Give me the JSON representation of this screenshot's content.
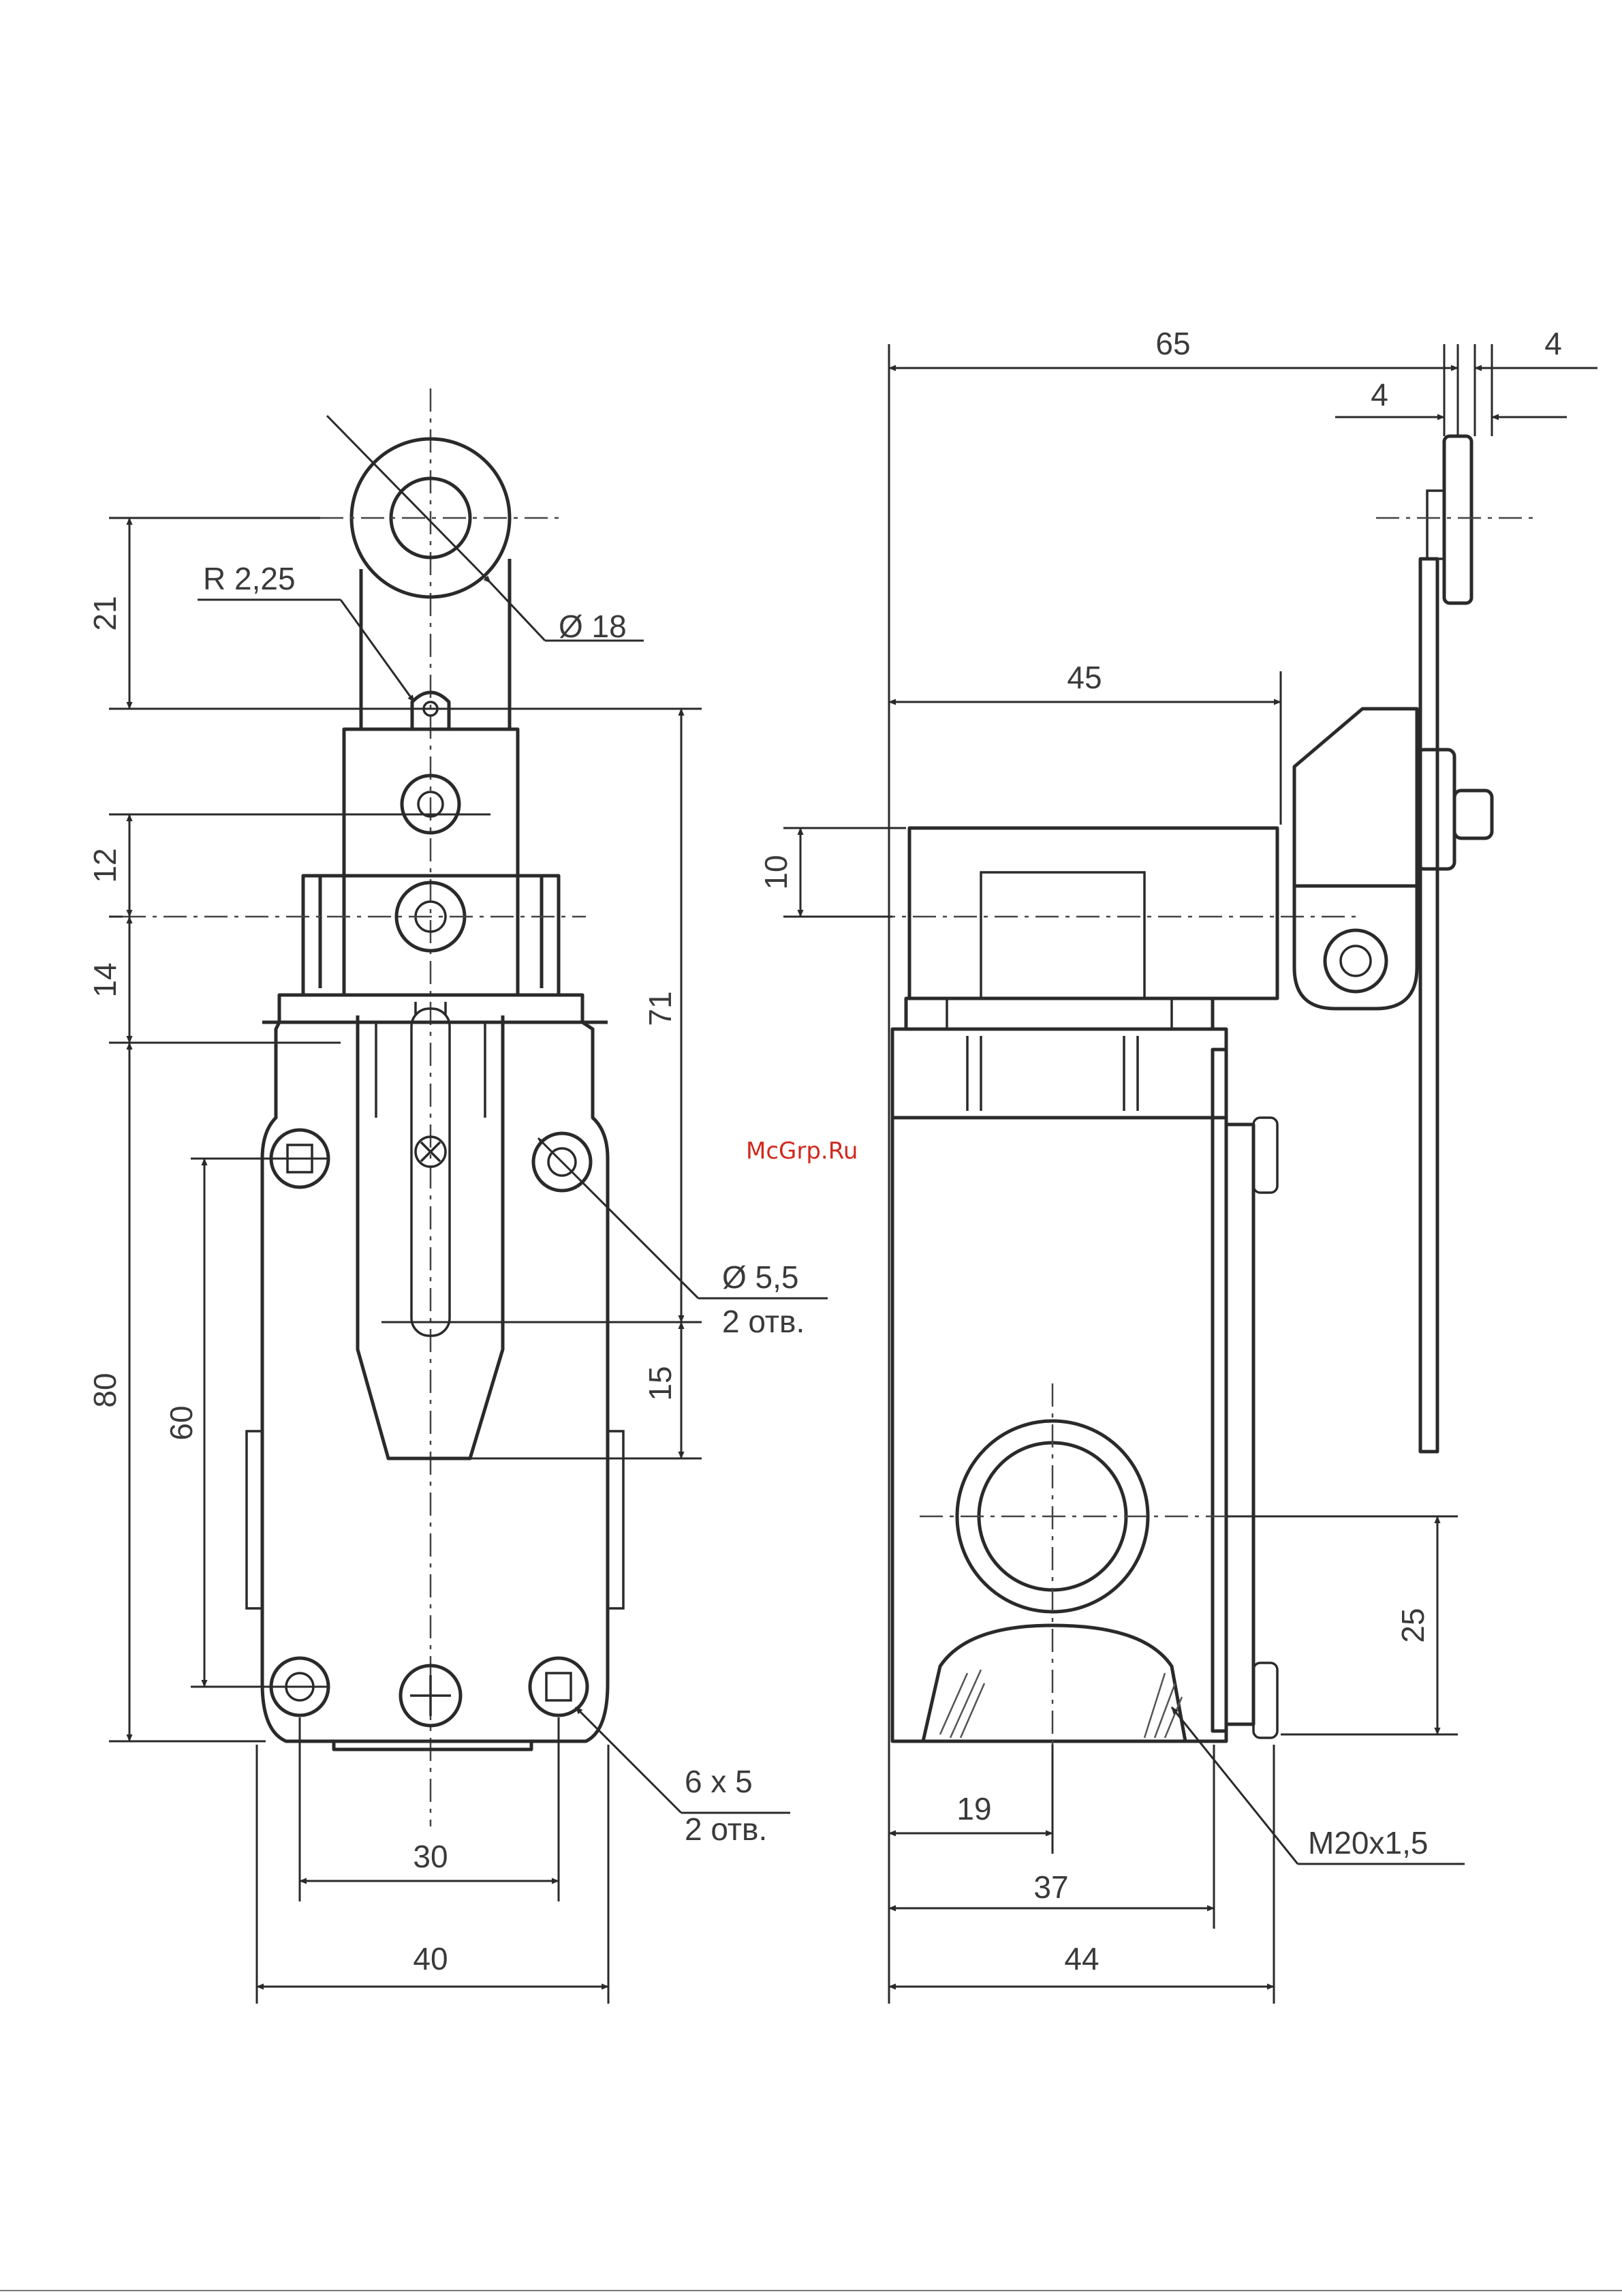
{
  "watermark": "McGrp.Ru",
  "front_view": {
    "dims": {
      "roller_radius": "R 2,25",
      "roller_diameter": "Ø 18",
      "height_21": "21",
      "height_12": "12",
      "height_14": "14",
      "height_71": "71",
      "height_80": "80",
      "height_60": "60",
      "height_15": "15",
      "hole_diameter": "Ø 5,5",
      "hole_count_1": "2 отв.",
      "slot_size": "6 x 5",
      "hole_count_2": "2 отв.",
      "width_30": "30",
      "width_40": "40"
    }
  },
  "side_view": {
    "dims": {
      "width_65": "65",
      "gap_4_top": "4",
      "gap_4": "4",
      "width_45": "45",
      "height_10": "10",
      "height_25": "25",
      "width_19": "19",
      "width_37": "37",
      "width_44": "44",
      "thread": "M20x1,5"
    }
  }
}
